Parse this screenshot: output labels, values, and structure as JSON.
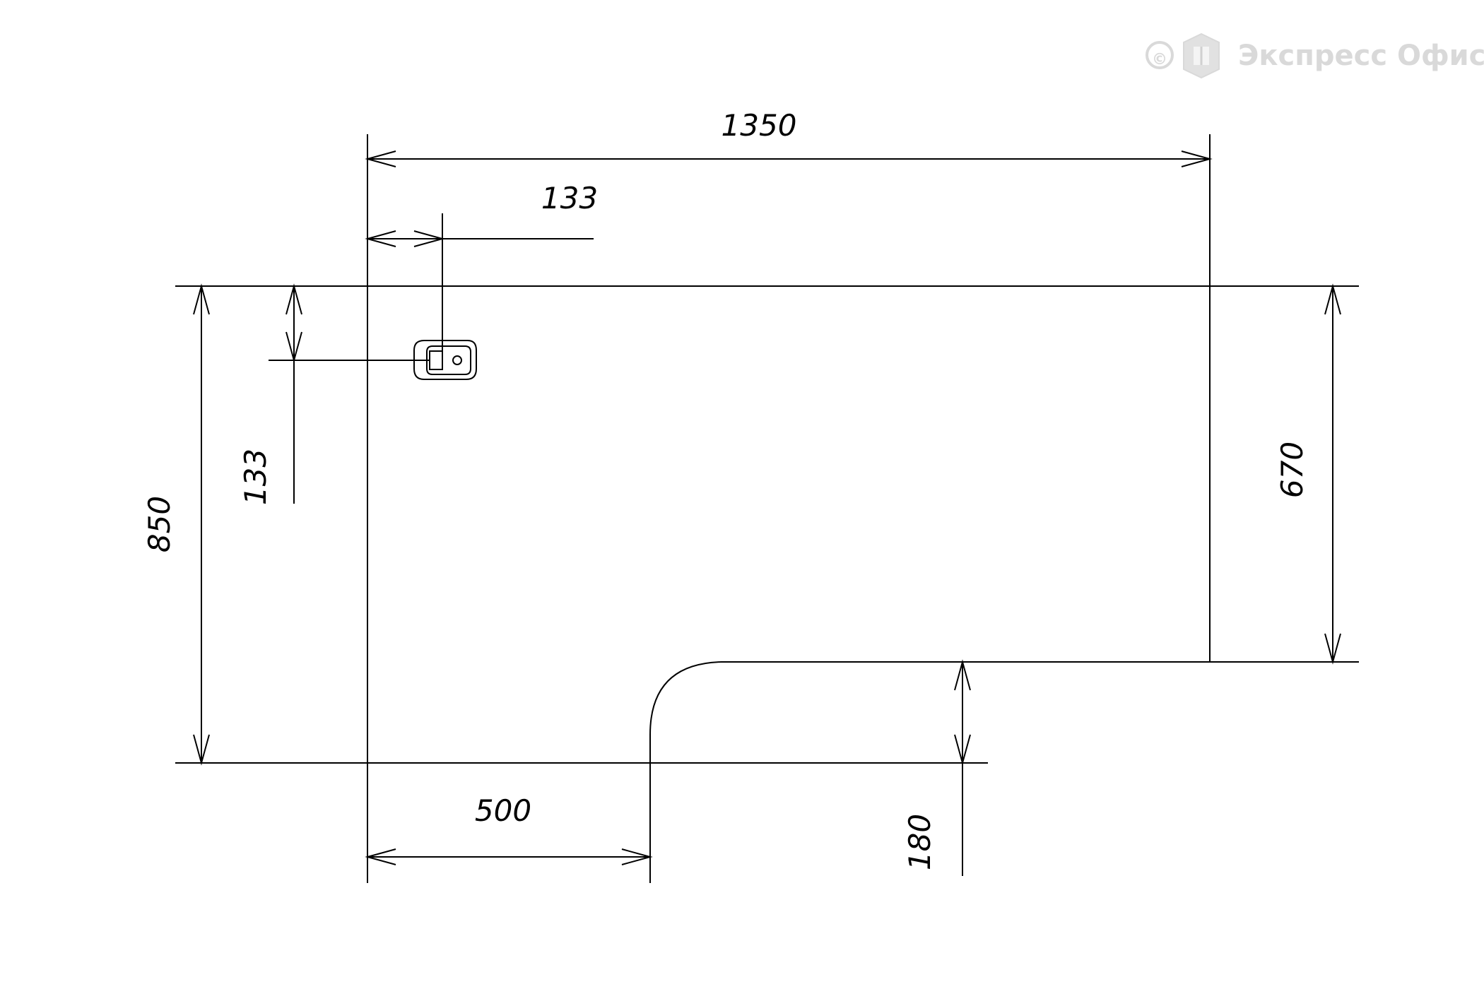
{
  "watermark": {
    "copyright_symbol": "©",
    "brand": "Экспресс Офис"
  },
  "dimensions": {
    "total_width": "1350",
    "hole_offset_x": "133",
    "hole_offset_y": "133",
    "total_depth": "850",
    "right_depth": "670",
    "cutout_width": "500",
    "cutout_depth": "180"
  }
}
